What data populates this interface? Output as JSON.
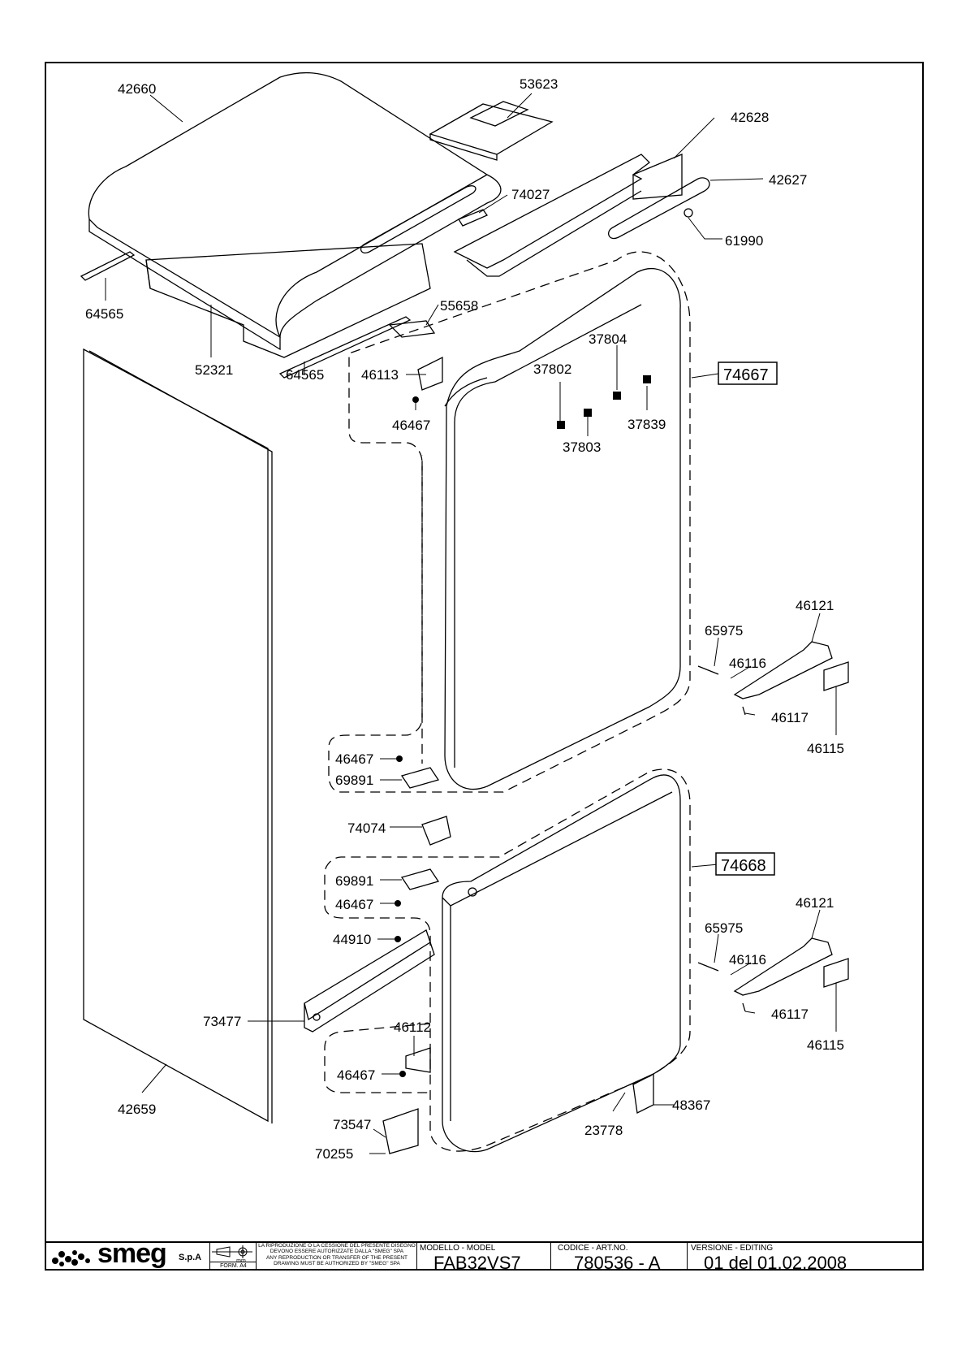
{
  "parts": {
    "p42660": "42660",
    "p53623": "53623",
    "p42628": "42628",
    "p42627": "42627",
    "p74027": "74027",
    "p61990": "61990",
    "p64565_a": "64565",
    "p64565_b": "64565",
    "p52321": "52321",
    "p55658": "55658",
    "p46113": "46113",
    "p46467_a": "46467",
    "p37804": "37804",
    "p37802": "37802",
    "p37803": "37803",
    "p37839": "37839",
    "a74667": "74667",
    "p46121_a": "46121",
    "p65975_a": "65975",
    "p46116_a": "46116",
    "p46117_a": "46117",
    "p46115_a": "46115",
    "p46467_b": "46467",
    "p69891_a": "69891",
    "p74074": "74074",
    "a74668": "74668",
    "p69891_b": "69891",
    "p46467_c": "46467",
    "p44910": "44910",
    "p46121_b": "46121",
    "p65975_b": "65975",
    "p46116_b": "46116",
    "p46117_b": "46117",
    "p46115_b": "46115",
    "p73477": "73477",
    "p46112": "46112",
    "p46467_d": "46467",
    "p42659": "42659",
    "p73547": "73547",
    "p70255": "70255",
    "p23778": "23778",
    "p48367": "48367"
  },
  "titleblock": {
    "brand": "smeg",
    "brand_suffix": "S.p.A",
    "units": "mm",
    "form": "FORM. A4",
    "notice_it": "LA RIPRODUZIONE O LA CESSIONE DEL PRESENTE DISEGNO DEVONO ESSERE AUTORIZZATE DALLA \"SMEG\" SPA",
    "notice_en": "ANY REPRODUCTION OR TRANSFER OF THE PRESENT DRAWING MUST BE AUTHORIZED BY \"SMEG\" SPA",
    "model_label": "MODELLO - MODEL",
    "model_value": "FAB32VS7",
    "code_label": "CODICE - ART.NO.",
    "code_value": "780536 - A",
    "version_label": "VERSIONE - EDITING",
    "version_value": "01 del 01.02.2008"
  }
}
